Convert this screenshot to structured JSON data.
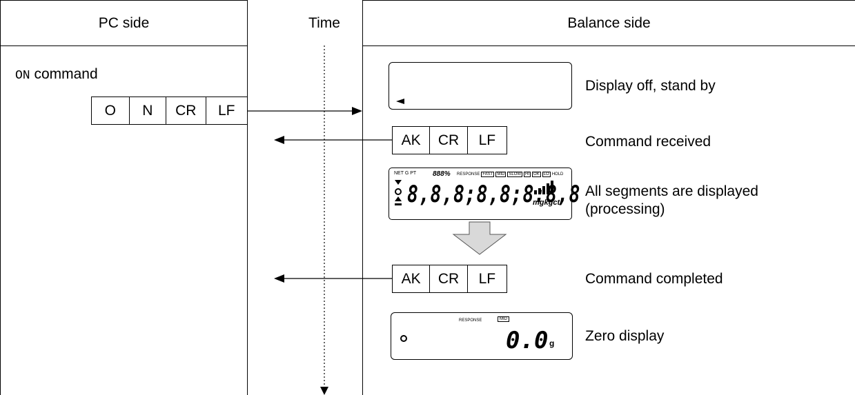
{
  "columns": {
    "pc_header": "PC side",
    "time_header": "Time",
    "balance_header": "Balance side"
  },
  "pc": {
    "command_code": "ON",
    "command_word": "command",
    "sent_bytes": [
      "O",
      "N",
      "CR",
      "LF"
    ]
  },
  "balance": {
    "received_bytes": [
      "AK",
      "CR",
      "LF"
    ],
    "completed_bytes": [
      "AK",
      "CR",
      "LF"
    ],
    "steps": {
      "standby": "Display off, stand by",
      "received": "Command received",
      "all_segments_line1": "All segments are displayed",
      "all_segments_line2": "(processing)",
      "completed": "Command completed",
      "zero": "Zero display"
    },
    "lcd_full": {
      "top_left": "NET G PT",
      "digits_small": "888",
      "percent": "%",
      "response": "RESPONSE",
      "fast": "FAST",
      "mid": "MID",
      "slow": "SLOW",
      "hi": "HI",
      "ok": "OK",
      "lo": "LO",
      "hold": "HOLD",
      "big_digits": "8,8,8;8,8;8:8,8",
      "units": "mgkgct"
    },
    "lcd_zero": {
      "response": "RESPONSE",
      "mid": "MID",
      "value": "0.0",
      "unit": "g"
    }
  }
}
